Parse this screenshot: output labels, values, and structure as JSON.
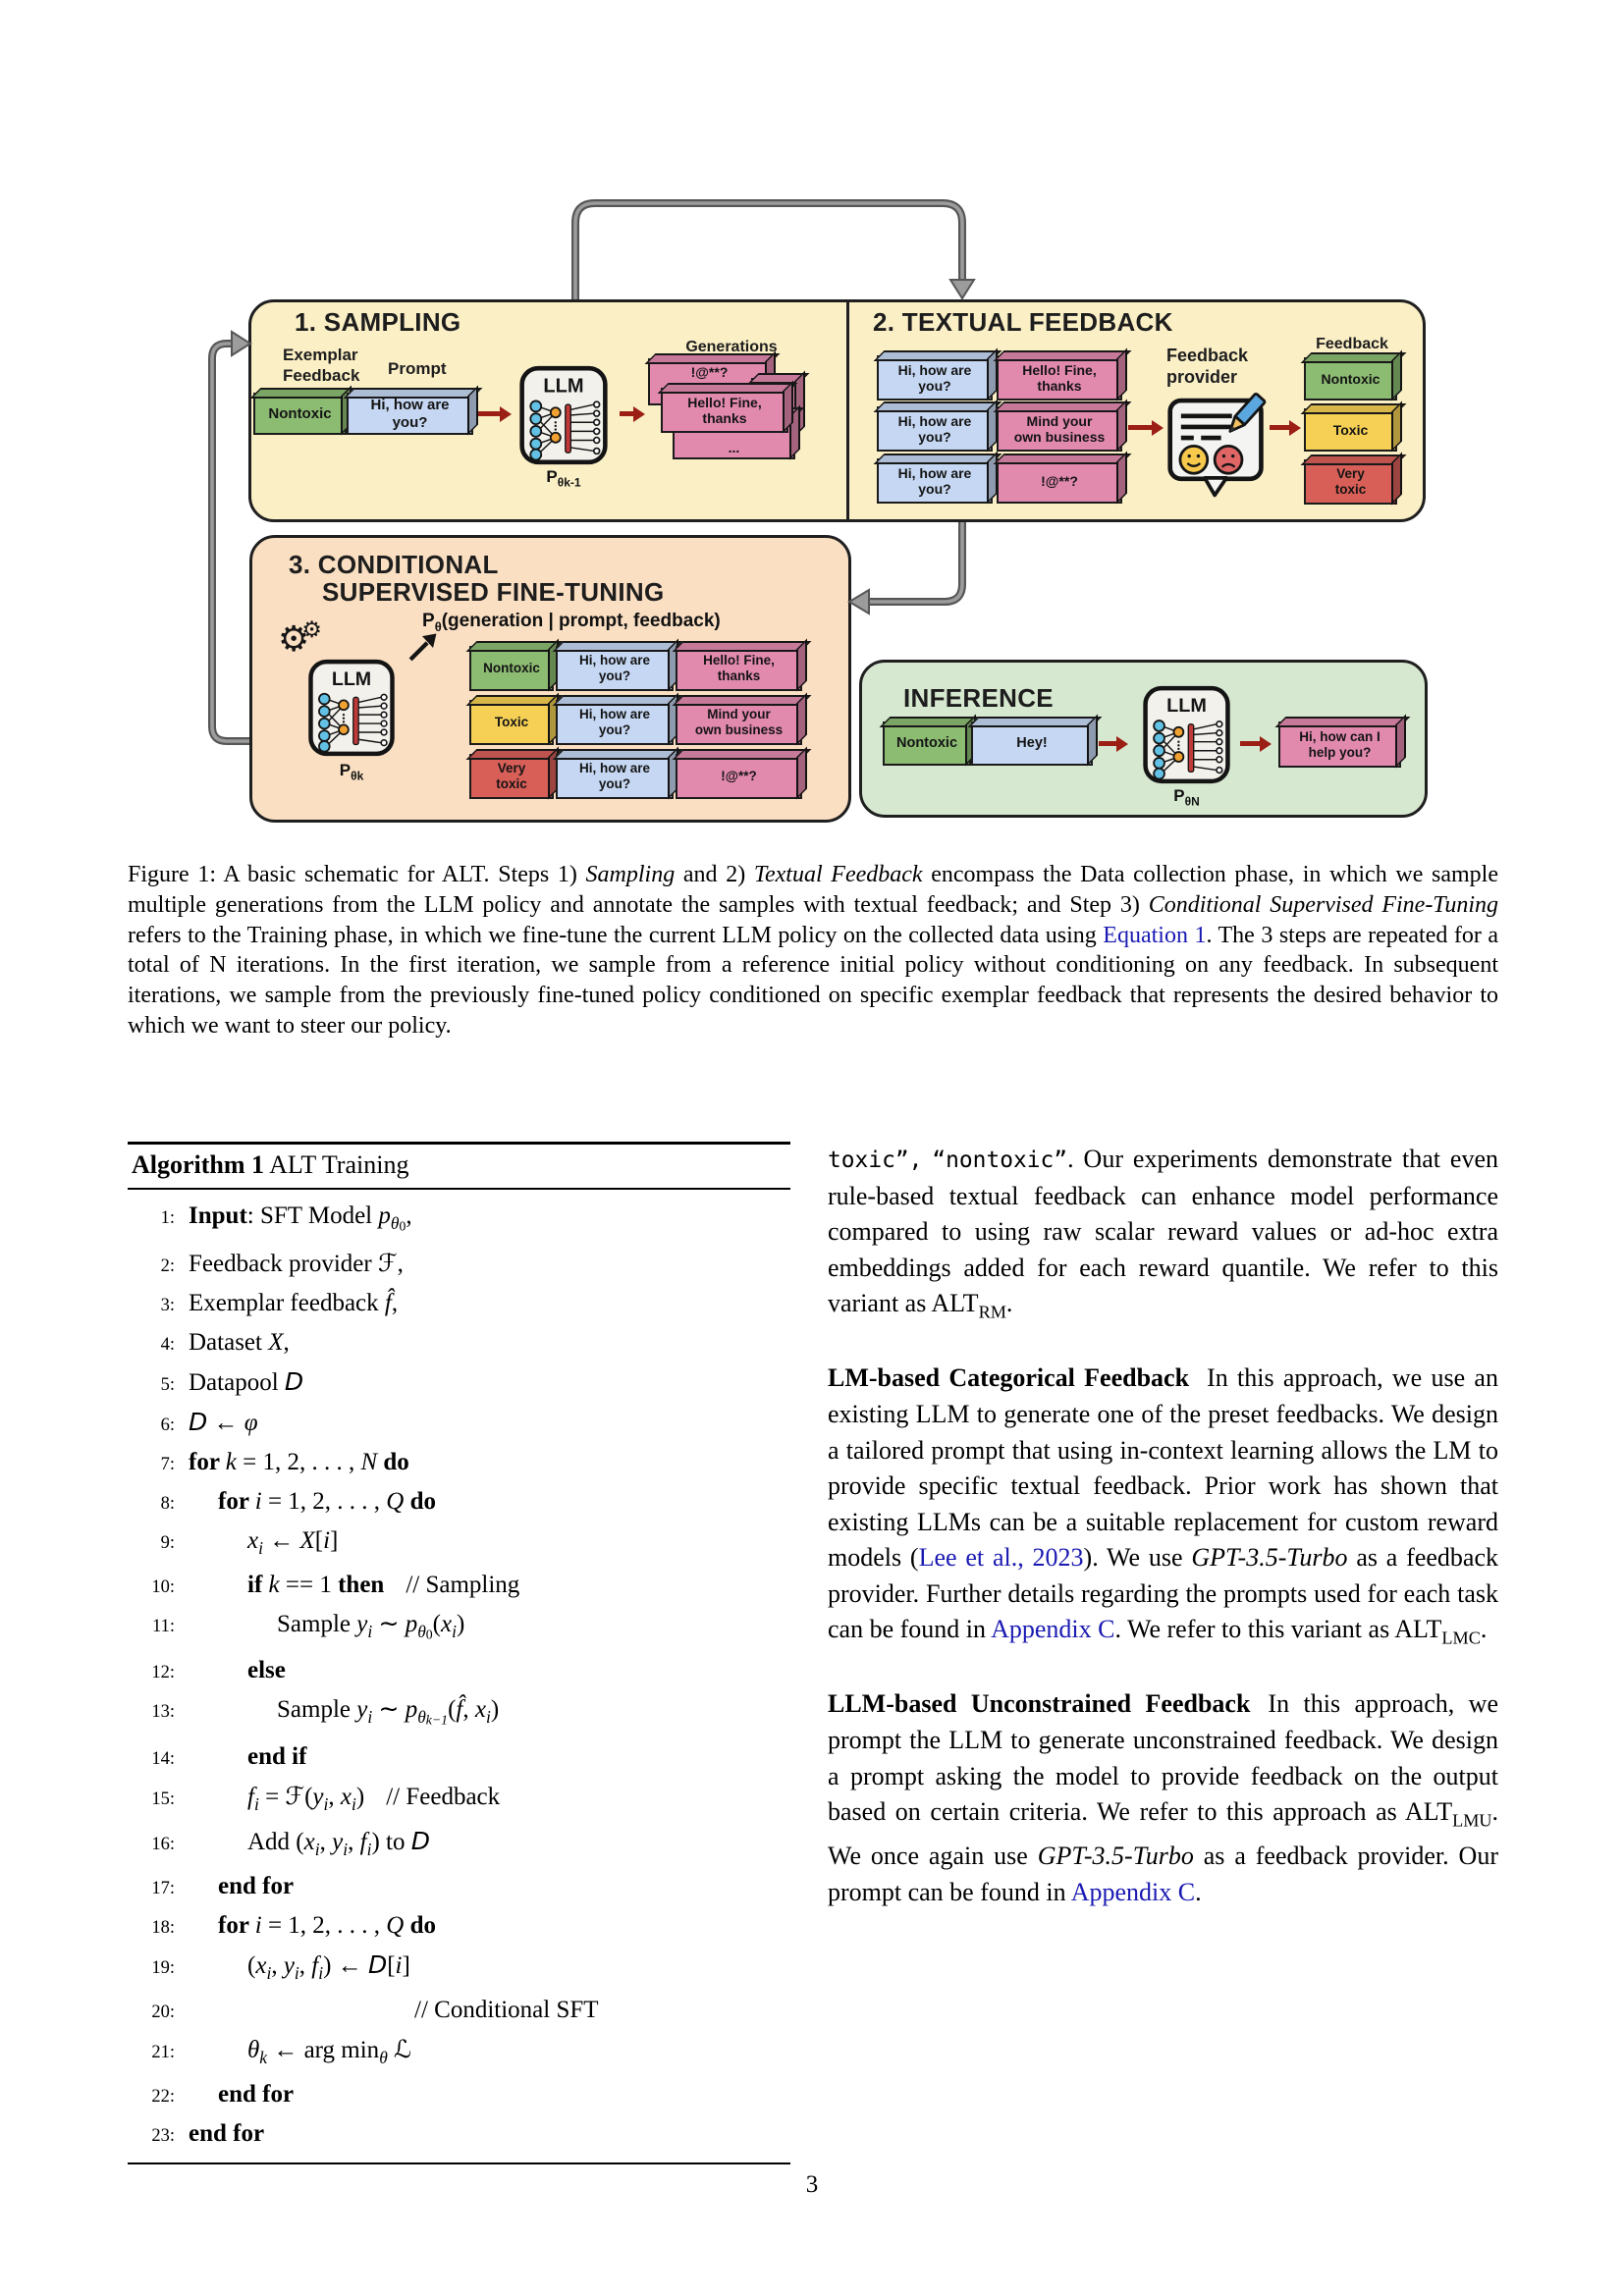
{
  "colors": {
    "panel_yellow": "#fbefc6",
    "panel_peach": "#fadfc2",
    "panel_green": "#d7e8d0",
    "box_green": "#8cbb72",
    "box_blue": "#c5d7f2",
    "box_pink": "#e289ae",
    "box_yellow": "#f5d054",
    "box_red": "#d85f58",
    "arrow_red": "#9b1f15",
    "link_blue": "#1a1ab3"
  },
  "figure": {
    "sampling": {
      "title": "1. SAMPLING",
      "exemplar_feedback_label": "Exemplar\nFeedback",
      "prompt_label": "Prompt",
      "exemplar_feedback": "Nontoxic",
      "prompt": "Hi, how are\nyou?",
      "llm_label": "LLM",
      "policy": {
        "base": "P",
        "sub": "θk-1"
      },
      "generations_label": "Generations",
      "generations": [
        "!@**?",
        "Hello! Fine,\nthanks",
        "..."
      ]
    },
    "textual_feedback": {
      "title": "2. TEXTUAL FEEDBACK",
      "pairs": [
        {
          "prompt": "Hi, how are\nyou?",
          "generation": "Hello! Fine,\nthanks"
        },
        {
          "prompt": "Hi, how are\nyou?",
          "generation": "Mind your\nown business"
        },
        {
          "prompt": "Hi, how are\nyou?",
          "generation": "!@**?"
        }
      ],
      "provider_label": "Feedback\nprovider",
      "feedback_label": "Feedback",
      "feedback_options": [
        "Nontoxic",
        "Toxic",
        "Very\ntoxic"
      ]
    },
    "conditional": {
      "title1": "3. CONDITIONAL",
      "title2": "SUPERVISED FINE-TUNING",
      "formula": {
        "base": "P",
        "sub": "θ",
        "args": "(generation | prompt, feedback)"
      },
      "gear_glyph": "⚙",
      "llm_label": "LLM",
      "policy": {
        "base": "P",
        "sub": "θk"
      },
      "rows": [
        {
          "feedback": "Nontoxic",
          "prompt": "Hi, how are\nyou?",
          "generation": "Hello! Fine,\nthanks"
        },
        {
          "feedback": "Toxic",
          "prompt": "Hi, how are\nyou?",
          "generation": "Mind your\nown business"
        },
        {
          "feedback": "Very\ntoxic",
          "prompt": "Hi, how are\nyou?",
          "generation": "!@**?"
        }
      ]
    },
    "inference": {
      "title": "INFERENCE",
      "feedback": "Nontoxic",
      "prompt": "Hey!",
      "llm_label": "LLM",
      "policy": {
        "base": "P",
        "sub": "θN"
      },
      "output": "Hi, how can I\nhelp you?"
    }
  },
  "caption": {
    "segments": [
      {
        "t": "Figure 1: A basic schematic for ALT. Steps 1) "
      },
      {
        "t": "Sampling",
        "s": "i"
      },
      {
        "t": " and 2) "
      },
      {
        "t": "Textual Feedback",
        "s": "i"
      },
      {
        "t": " encompass the Data collection phase, in which we sample multiple generations from the LLM policy and annotate the samples with textual feedback; and Step 3) "
      },
      {
        "t": "Conditional Supervised Fine-Tuning",
        "s": "i"
      },
      {
        "t": " refers to the Training phase, in which we fine-tune the current LLM policy on the collected data using "
      },
      {
        "t": "Equation 1",
        "s": "link"
      },
      {
        "t": ". The 3 steps are repeated for a total of N iterations. In the first iteration, we sample from a reference initial policy without conditioning on any feedback. In subsequent iterations, we sample from the previously fine-tuned policy conditioned on specific exemplar feedback that represents the desired behavior to which we want to steer our policy."
      }
    ]
  },
  "algorithm": {
    "title": [
      {
        "t": "Algorithm 1",
        "s": "b"
      },
      {
        "t": " ALT Training"
      }
    ],
    "lines": [
      {
        "n": "1:",
        "ind": 0,
        "seg": [
          {
            "t": "Input",
            "s": "b"
          },
          {
            "t": ": SFT Model "
          },
          {
            "t": "p",
            "s": "i"
          },
          {
            "t": "θ",
            "s": "sub i"
          },
          {
            "t": "0",
            "s": "ss"
          },
          {
            "t": ","
          }
        ]
      },
      {
        "n": "2:",
        "ind": 0,
        "seg": [
          {
            "t": "Feedback provider "
          },
          {
            "t": "ℱ",
            "s": "sc"
          },
          {
            "t": ","
          }
        ]
      },
      {
        "n": "3:",
        "ind": 0,
        "seg": [
          {
            "t": "Exemplar feedback "
          },
          {
            "t": "f̂",
            "s": "i"
          },
          {
            "t": ","
          }
        ]
      },
      {
        "n": "4:",
        "ind": 0,
        "seg": [
          {
            "t": "Dataset "
          },
          {
            "t": "X",
            "s": "i"
          },
          {
            "t": ","
          }
        ]
      },
      {
        "n": "5:",
        "ind": 0,
        "seg": [
          {
            "t": "Datapool "
          },
          {
            "t": "D",
            "s": "sc"
          }
        ]
      },
      {
        "n": "6:",
        "ind": 0,
        "seg": [
          {
            "t": "D",
            "s": "sc"
          },
          {
            "t": " ← "
          },
          {
            "t": "φ",
            "s": "i"
          }
        ]
      },
      {
        "n": "7:",
        "ind": 0,
        "seg": [
          {
            "t": "for ",
            "s": "b"
          },
          {
            "t": "k",
            "s": "i"
          },
          {
            "t": " = 1, 2, . . . , "
          },
          {
            "t": "N",
            "s": "i"
          },
          {
            "t": " do",
            "s": "b"
          }
        ]
      },
      {
        "n": "8:",
        "ind": 1,
        "seg": [
          {
            "t": "for ",
            "s": "b"
          },
          {
            "t": "i",
            "s": "i"
          },
          {
            "t": " = 1, 2, . . . , "
          },
          {
            "t": "Q",
            "s": "i"
          },
          {
            "t": " do",
            "s": "b"
          }
        ]
      },
      {
        "n": "9:",
        "ind": 2,
        "seg": [
          {
            "t": "x",
            "s": "i"
          },
          {
            "t": "i",
            "s": "isub"
          },
          {
            "t": " ← "
          },
          {
            "t": "X",
            "s": "i"
          },
          {
            "t": "["
          },
          {
            "t": "i",
            "s": "i"
          },
          {
            "t": "]"
          }
        ]
      },
      {
        "n": "10:",
        "ind": 2,
        "seg": [
          {
            "t": "if ",
            "s": "b"
          },
          {
            "t": "k",
            "s": "i"
          },
          {
            "t": " == 1 "
          },
          {
            "t": "then",
            "s": "b"
          },
          {
            "t": "// Sampling",
            "s": "cmt"
          }
        ]
      },
      {
        "n": "11:",
        "ind": 3,
        "seg": [
          {
            "t": "Sample "
          },
          {
            "t": "y",
            "s": "i"
          },
          {
            "t": "i",
            "s": "isub"
          },
          {
            "t": " ∼ "
          },
          {
            "t": "p",
            "s": "i"
          },
          {
            "t": "θ",
            "s": "sub i"
          },
          {
            "t": "0",
            "s": "ss"
          },
          {
            "t": "("
          },
          {
            "t": "x",
            "s": "i"
          },
          {
            "t": "i",
            "s": "isub"
          },
          {
            "t": ")"
          }
        ]
      },
      {
        "n": "12:",
        "ind": 2,
        "seg": [
          {
            "t": "else",
            "s": "b"
          }
        ]
      },
      {
        "n": "13:",
        "ind": 3,
        "seg": [
          {
            "t": "Sample "
          },
          {
            "t": "y",
            "s": "i"
          },
          {
            "t": "i",
            "s": "isub"
          },
          {
            "t": " ∼ "
          },
          {
            "t": "p",
            "s": "i"
          },
          {
            "t": "θ",
            "s": "sub i"
          },
          {
            "t": "k−1",
            "s": "ss i"
          },
          {
            "t": "("
          },
          {
            "t": "f̂",
            "s": "i"
          },
          {
            "t": ", "
          },
          {
            "t": "x",
            "s": "i"
          },
          {
            "t": "i",
            "s": "isub"
          },
          {
            "t": ")"
          }
        ]
      },
      {
        "n": "14:",
        "ind": 2,
        "seg": [
          {
            "t": "end if",
            "s": "b"
          }
        ]
      },
      {
        "n": "15:",
        "ind": 2,
        "seg": [
          {
            "t": "f",
            "s": "i"
          },
          {
            "t": "i",
            "s": "isub"
          },
          {
            "t": " = "
          },
          {
            "t": "ℱ",
            "s": "sc"
          },
          {
            "t": "("
          },
          {
            "t": "y",
            "s": "i"
          },
          {
            "t": "i",
            "s": "isub"
          },
          {
            "t": ", "
          },
          {
            "t": "x",
            "s": "i"
          },
          {
            "t": "i",
            "s": "isub"
          },
          {
            "t": ")"
          },
          {
            "t": "// Feedback",
            "s": "cmt"
          }
        ]
      },
      {
        "n": "16:",
        "ind": 2,
        "seg": [
          {
            "t": "Add ("
          },
          {
            "t": "x",
            "s": "i"
          },
          {
            "t": "i",
            "s": "isub"
          },
          {
            "t": ", "
          },
          {
            "t": "y",
            "s": "i"
          },
          {
            "t": "i",
            "s": "isub"
          },
          {
            "t": ", "
          },
          {
            "t": "f",
            "s": "i"
          },
          {
            "t": "i",
            "s": "isub"
          },
          {
            "t": ") to "
          },
          {
            "t": "D",
            "s": "sc"
          }
        ]
      },
      {
        "n": "17:",
        "ind": 1,
        "seg": [
          {
            "t": "end for",
            "s": "b"
          }
        ]
      },
      {
        "n": "18:",
        "ind": 1,
        "seg": [
          {
            "t": "for ",
            "s": "b"
          },
          {
            "t": "i",
            "s": "i"
          },
          {
            "t": " = 1, 2, . . . , "
          },
          {
            "t": "Q",
            "s": "i"
          },
          {
            "t": " do",
            "s": "b"
          }
        ]
      },
      {
        "n": "19:",
        "ind": 2,
        "seg": [
          {
            "t": "("
          },
          {
            "t": "x",
            "s": "i"
          },
          {
            "t": "i",
            "s": "isub"
          },
          {
            "t": ", "
          },
          {
            "t": "y",
            "s": "i"
          },
          {
            "t": "i",
            "s": "isub"
          },
          {
            "t": ", "
          },
          {
            "t": "f",
            "s": "i"
          },
          {
            "t": "i",
            "s": "isub"
          },
          {
            "t": ") ← "
          },
          {
            "t": "D",
            "s": "sc"
          },
          {
            "t": "["
          },
          {
            "t": "i",
            "s": "i"
          },
          {
            "t": "]"
          }
        ]
      },
      {
        "n": "20:",
        "ind": 2,
        "seg": [
          {
            "t": "// Conditional SFT",
            "s": "cmt2"
          }
        ]
      },
      {
        "n": "21:",
        "ind": 2,
        "seg": [
          {
            "t": "θ",
            "s": "i"
          },
          {
            "t": "k",
            "s": "isub"
          },
          {
            "t": " ← arg min"
          },
          {
            "t": "θ",
            "s": "sub i"
          },
          {
            "t": " "
          },
          {
            "t": "ℒ",
            "s": "sc"
          }
        ]
      },
      {
        "n": "22:",
        "ind": 1,
        "seg": [
          {
            "t": "end for",
            "s": "b"
          }
        ]
      },
      {
        "n": "23:",
        "ind": 0,
        "seg": [
          {
            "t": "end for",
            "s": "b"
          }
        ]
      }
    ]
  },
  "right_column": {
    "para1": [
      {
        "t": "toxic”,",
        "s": "mono"
      },
      {
        "t": " "
      },
      {
        "t": "“nontoxic”",
        "s": "mono"
      },
      {
        "t": ". Our experiments demonstrate that even rule-based textual feedback can enhance model performance compared to using raw scalar reward values or ad-hoc extra embeddings added for each reward quantile. We refer to this variant as ALT"
      },
      {
        "t": "RM",
        "s": "sub"
      },
      {
        "t": "."
      }
    ],
    "para2_heading": "LM-based Categorical Feedback",
    "para2": [
      {
        "t": "In this approach, we use an existing LLM to generate one of the preset feedbacks. We design a tailored prompt that using in-context learning allows the LM to provide specific textual feedback. Prior work has shown that existing LLMs can be a suitable replacement for custom reward models ("
      },
      {
        "t": "Lee et al., 2023",
        "s": "link"
      },
      {
        "t": "). We use "
      },
      {
        "t": "GPT-3.5-Turbo",
        "s": "i"
      },
      {
        "t": " as a feedback provider. Further details regarding the prompts used for each task can be found in "
      },
      {
        "t": "Appendix C",
        "s": "link"
      },
      {
        "t": ". We refer to this variant as ALT"
      },
      {
        "t": "LMC",
        "s": "sub"
      },
      {
        "t": "."
      }
    ],
    "para3_heading": "LLM-based Unconstrained Feedback",
    "para3": [
      {
        "t": "In this approach, we prompt the LLM to generate unconstrained feedback. We design a prompt asking the model to provide feedback on the output based on certain criteria. We refer to this approach as ALT"
      },
      {
        "t": "LMU",
        "s": "sub"
      },
      {
        "t": ". We once again use "
      },
      {
        "t": "GPT-3.5-Turbo",
        "s": "i"
      },
      {
        "t": " as a feedback provider. Our prompt can be found in "
      },
      {
        "t": "Appendix C",
        "s": "link"
      },
      {
        "t": "."
      }
    ]
  },
  "page_number": "3"
}
